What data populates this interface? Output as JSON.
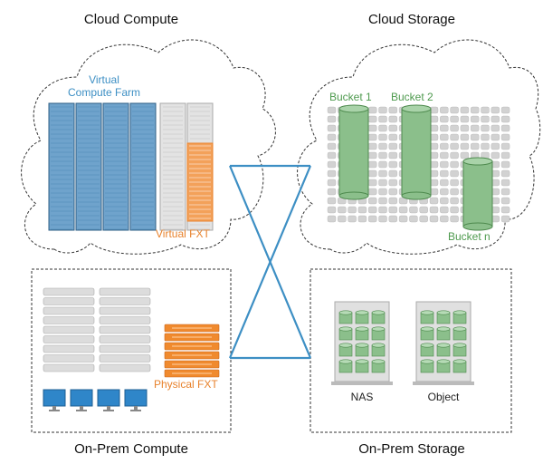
{
  "titles": {
    "cloud_compute": "Cloud Compute",
    "cloud_storage": "Cloud Storage",
    "onprem_compute": "On-Prem Compute",
    "onprem_storage": "On-Prem Storage"
  },
  "labels": {
    "virtual_compute_line1": "Virtual",
    "virtual_compute_line2": "Compute Farm",
    "virtual_fxt": "Virtual FXT",
    "physical_fxt": "Physical FXT",
    "bucket_1": "Bucket 1",
    "bucket_2": "Bucket 2",
    "bucket_n": "Bucket n",
    "nas": "NAS",
    "object": "Object"
  },
  "colors": {
    "blue": "#3d8fc4",
    "compute_blue": "#6fa3cc",
    "orange": "#e8822c",
    "green": "#6aa86a",
    "gray": "#cfcfcf"
  },
  "icons": {
    "connection": "cross-links",
    "monitor": "monitor-icon",
    "server": "server-rack-icon"
  }
}
